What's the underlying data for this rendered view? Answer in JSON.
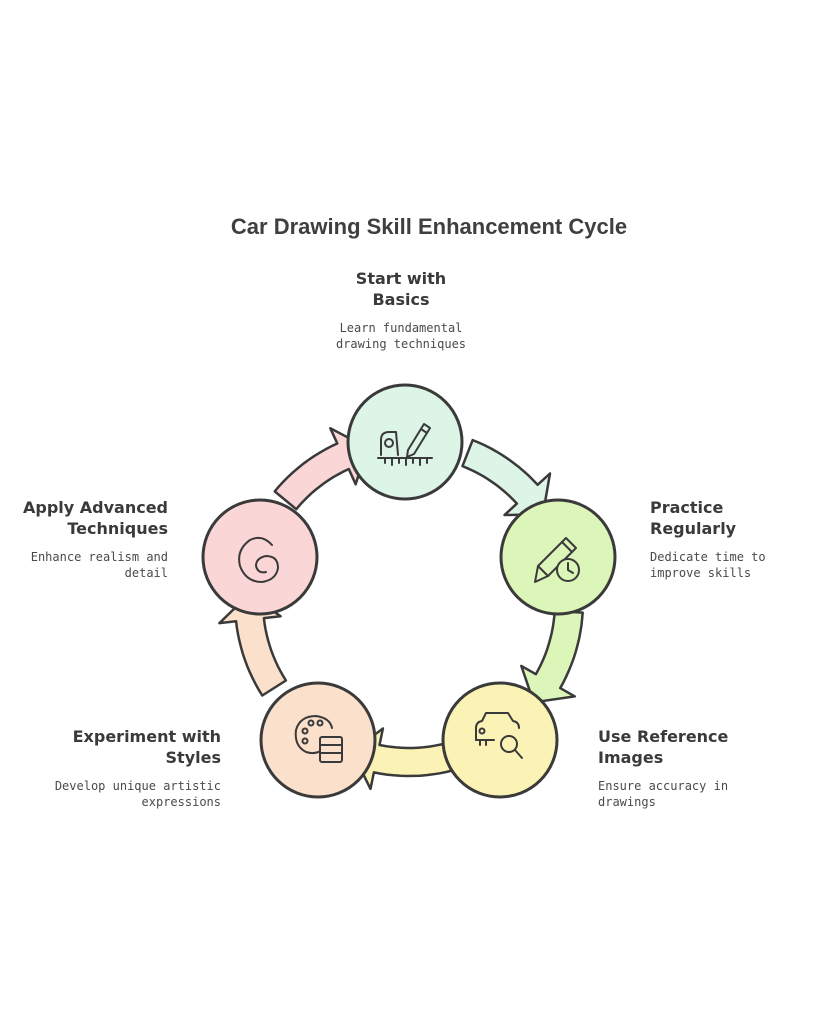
{
  "title": "Car Drawing Skill Enhancement Cycle",
  "steps": [
    {
      "heading": [
        "Start with",
        "Basics"
      ],
      "description": [
        "Learn fundamental",
        "drawing techniques"
      ],
      "color": "#dcf5e6",
      "icon": "ruler-pencil-icon"
    },
    {
      "heading": [
        "Practice",
        "Regularly"
      ],
      "description": [
        "Dedicate time to",
        "improve skills"
      ],
      "color": "#dcf5b8",
      "icon": "pencil-clock-icon"
    },
    {
      "heading": [
        "Use Reference",
        "Images"
      ],
      "description": [
        "Ensure accuracy in",
        "drawings"
      ],
      "color": "#fbf3b5",
      "icon": "car-search-icon"
    },
    {
      "heading": [
        "Experiment with",
        "Styles"
      ],
      "description": [
        "Develop unique artistic",
        "expressions"
      ],
      "color": "#fbe0cc",
      "icon": "palette-icon"
    },
    {
      "heading": [
        "Apply Advanced",
        "Techniques"
      ],
      "description": [
        "Enhance realism and",
        "detail"
      ],
      "color": "#fbd6d6",
      "icon": "spiral-icon"
    }
  ]
}
